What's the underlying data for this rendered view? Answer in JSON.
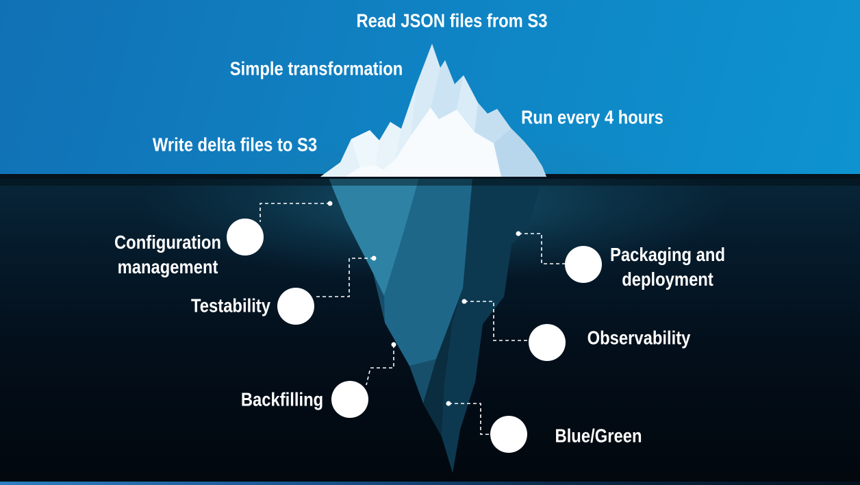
{
  "labels": {
    "read_json": "Read JSON files from S3",
    "simple_transformation": "Simple transformation",
    "run_every": "Run every 4 hours",
    "write_delta": "Write delta files to S3",
    "configuration_line1": "Configuration",
    "configuration_line2": "management",
    "testability": "Testability",
    "backfilling": "Backfilling",
    "packaging_line1": "Packaging and",
    "packaging_line2": "deployment",
    "observability": "Observability",
    "blue_green": "Blue/Green"
  },
  "colors": {
    "sky_gradient_start": "#1171b5",
    "sky_gradient_end": "#0e93d0",
    "sea_top": "#082639",
    "sea_bottom": "#02070d",
    "waterline": "#06121c",
    "iceberg_white": "#f7fbfe",
    "iceberg_submerged_teal": "#174f6b",
    "marker_fill": "#ffffff",
    "label_text": "#ffffff"
  }
}
